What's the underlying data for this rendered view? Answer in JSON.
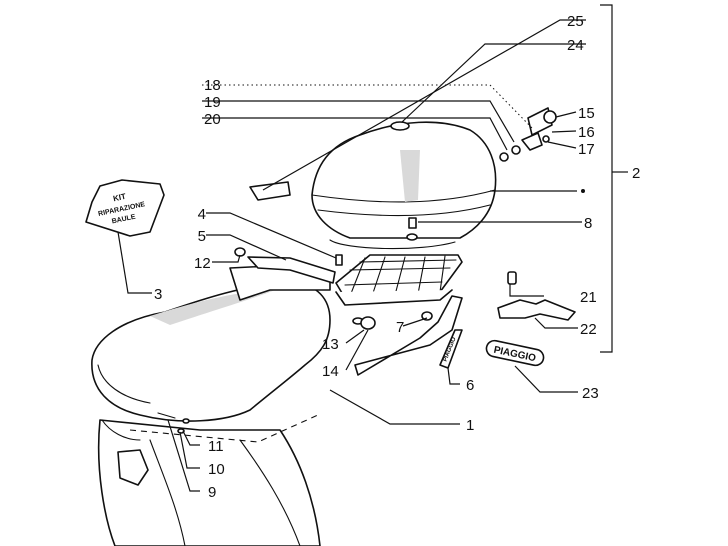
{
  "callouts": {
    "c1": "1",
    "c2": "2",
    "c3": "3",
    "c4": "4",
    "c5": "5",
    "c6": "6",
    "c7": "7",
    "c8": "8",
    "c9": "9",
    "c10": "10",
    "c11": "11",
    "c12": "12",
    "c13": "13",
    "c14": "14",
    "c15": "15",
    "c16": "16",
    "c17": "17",
    "c18": "18",
    "c19": "19",
    "c20": "20",
    "c21": "21",
    "c22": "22",
    "c23": "23",
    "c24": "24",
    "c25": "25"
  },
  "stamps": {
    "kit_line1": "KIT",
    "kit_line2": "RIPARAZIONE",
    "kit_line3": "BAULE",
    "brand_badge": "PIAGGIO",
    "strip_badge": "PIAGGIO"
  }
}
